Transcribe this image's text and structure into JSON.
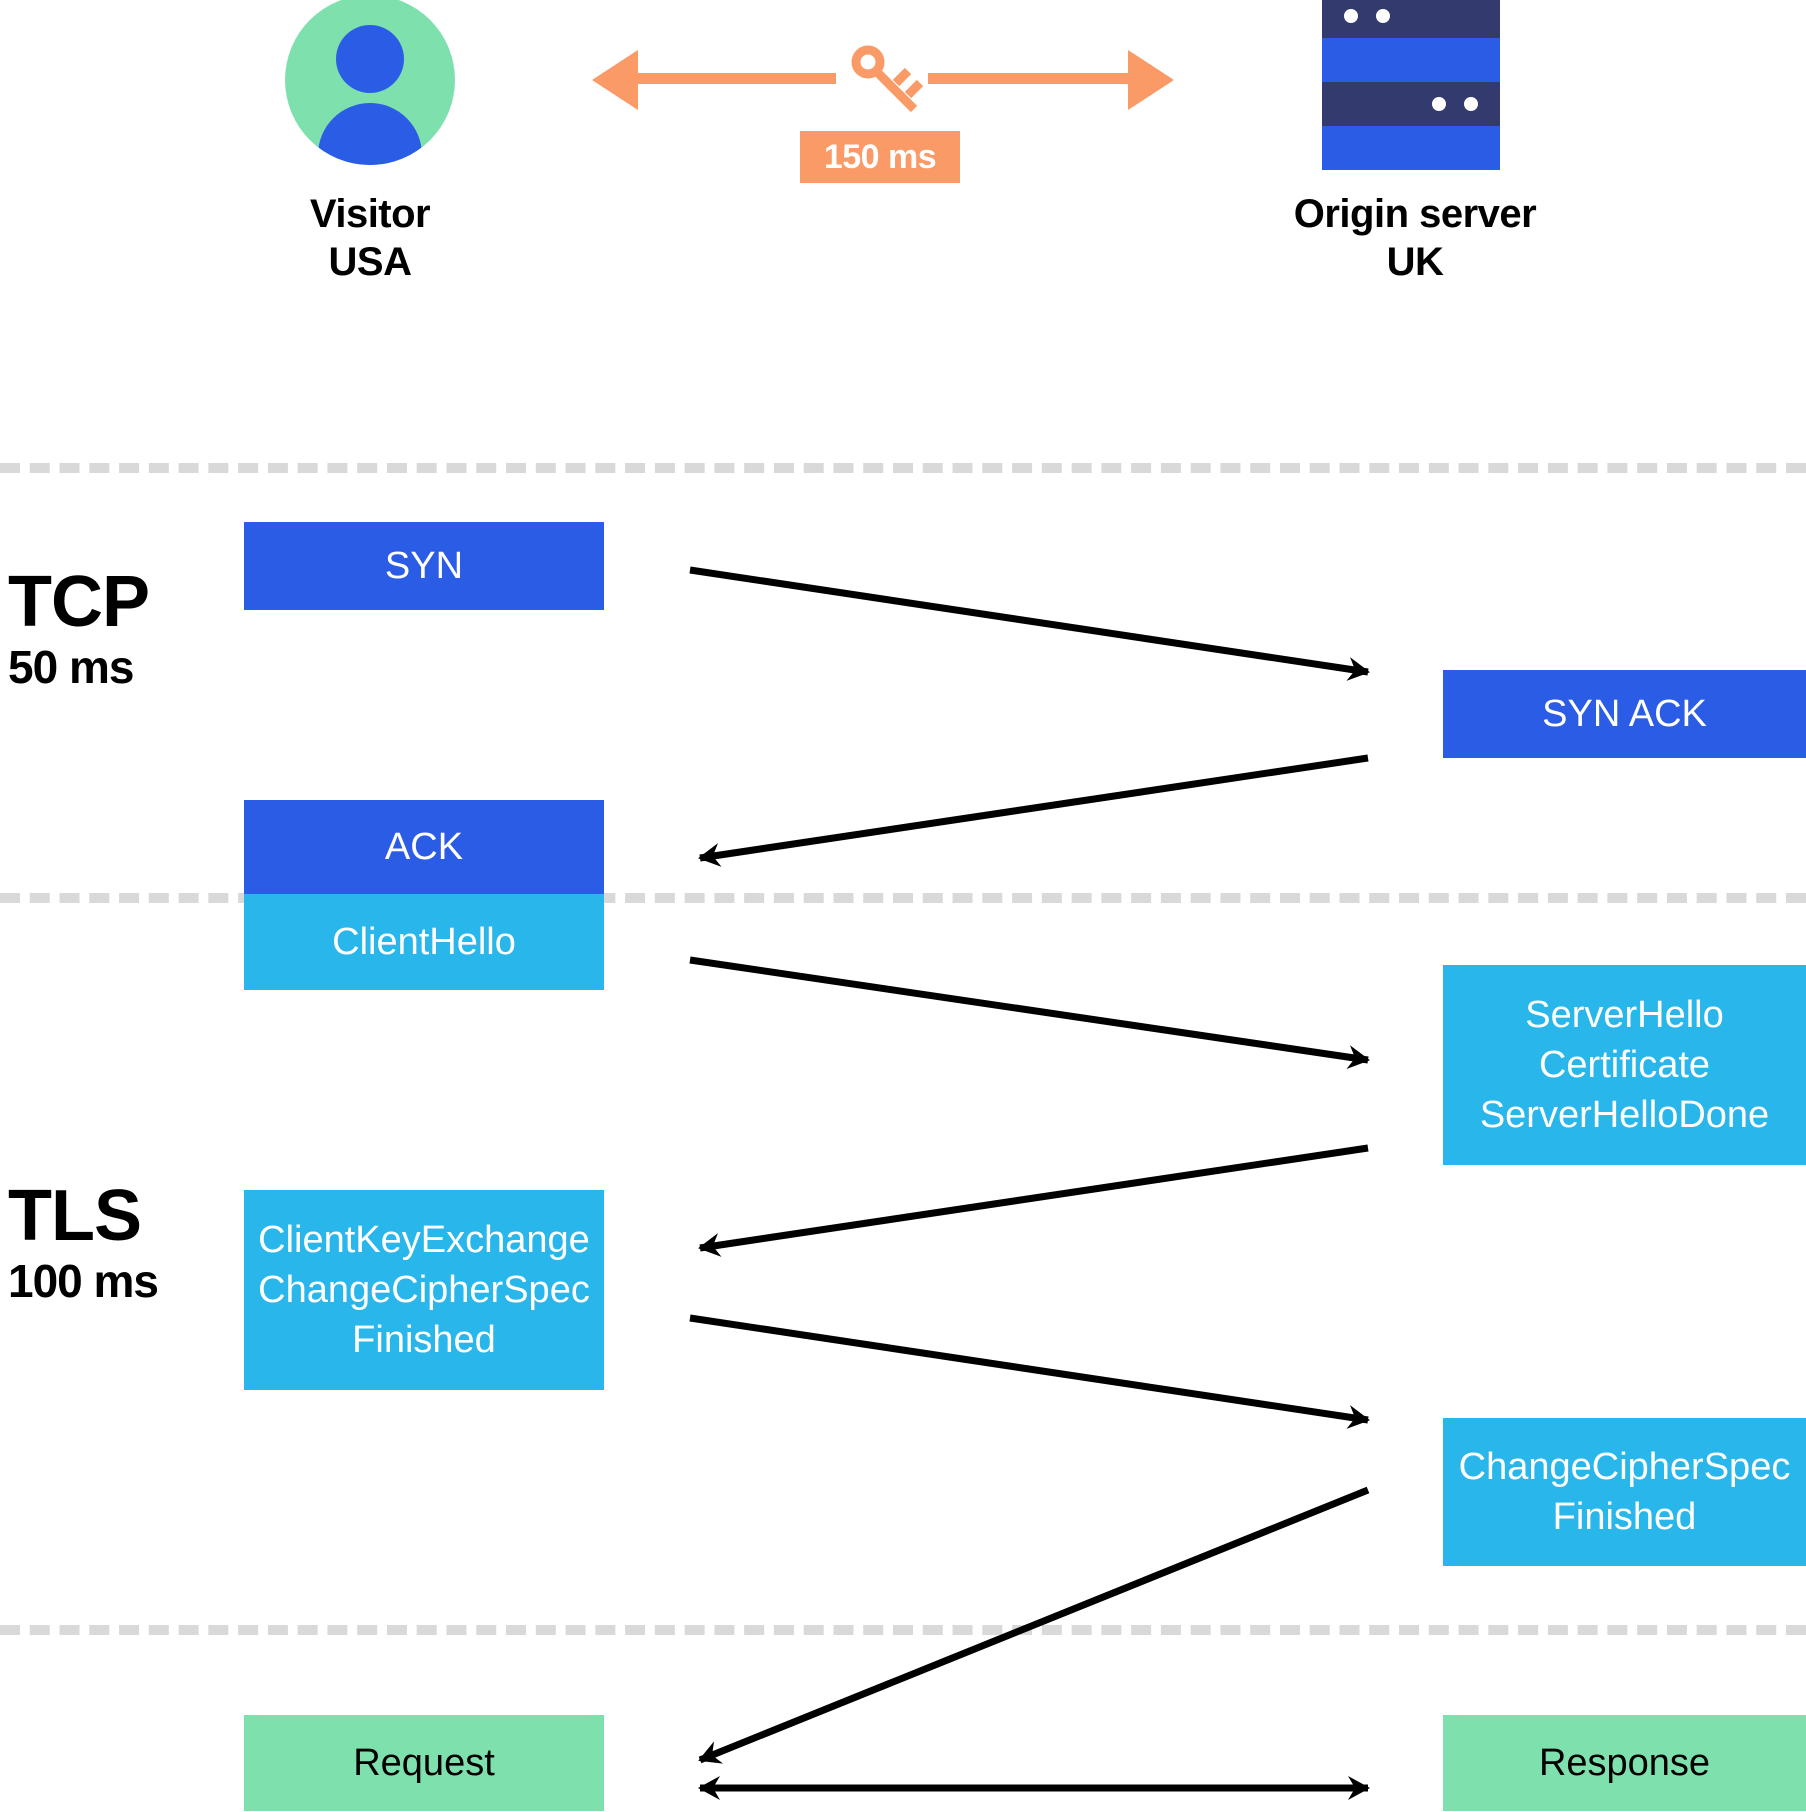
{
  "diagram": {
    "title": "TLS/TCP handshake latency sequence diagram",
    "endpoints": {
      "left": {
        "name": "Visitor",
        "location": "USA",
        "icon": "user-avatar-icon"
      },
      "right": {
        "name": "Origin server",
        "location": "UK",
        "icon": "server-rack-icon"
      }
    },
    "rtt": {
      "label": "150 ms",
      "icon": "key-icon",
      "color": "#FA9A66"
    },
    "sections": [
      {
        "id": "tcp",
        "protocol": "TCP",
        "latency": "50 ms",
        "color": "#2B5CE6"
      },
      {
        "id": "tls",
        "protocol": "TLS",
        "latency": "100 ms",
        "color": "#29B6EA"
      }
    ],
    "messages": {
      "syn": "SYN",
      "syn_ack": "SYN ACK",
      "ack": "ACK",
      "client_hello": "ClientHello",
      "server_hello": "ServerHello\nCertificate\nServerHelloDone",
      "client_key_exchange": "ClientKeyExchange\nChangeCipherSpec\nFinished",
      "change_cipher_spec": "ChangeCipherSpec\nFinished",
      "request": "Request",
      "response": "Response"
    },
    "colors": {
      "tcp_blue": "#2B5CE6",
      "tls_blue": "#29B6EA",
      "http_green": "#7EE0AD",
      "accent_orange": "#FA9A66",
      "divider_gray": "#D9D9D9",
      "server_dark": "#333B6E"
    }
  }
}
